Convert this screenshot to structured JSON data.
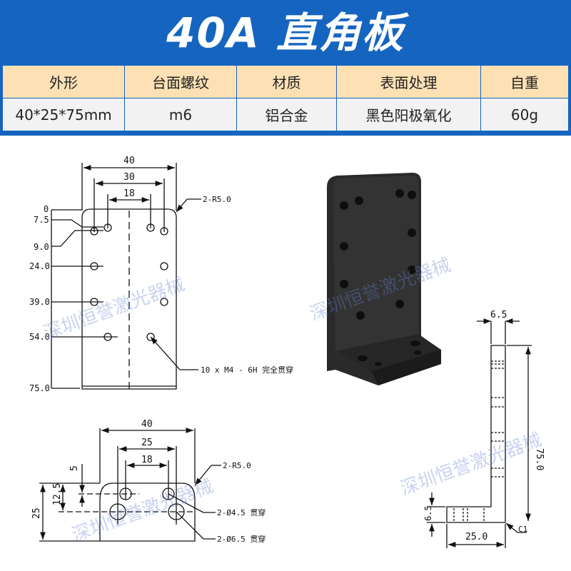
{
  "title": "40A 直角板",
  "spec_table": {
    "headers": [
      "外形",
      "台面螺纹",
      "材质",
      "表面处理",
      "自重"
    ],
    "values": [
      "40*25*75mm",
      "m6",
      "铝合金",
      "黑色阳极氧化",
      "60g"
    ]
  },
  "front_view": {
    "width_dims": [
      "40",
      "30",
      "18"
    ],
    "vertical_dims": [
      "0",
      "7.5",
      "9.0",
      "24.0",
      "39.0",
      "54.0",
      "75.0"
    ],
    "corner_note": "2-R5.0",
    "hole_note": "10 x  M4 - 6H 完全贯穿"
  },
  "bottom_view": {
    "width_dims": [
      "40",
      "25",
      "18"
    ],
    "vertical_dims": [
      "5",
      "12.5",
      "25"
    ],
    "corner_note": "2-R5.0",
    "hole_note_small": "2-Ø4.5 贯穿",
    "hole_note_large": "2-Ø6.5 贯穿"
  },
  "side_view": {
    "thickness_top": "6.5",
    "height": "75.0",
    "thickness_base": "6.5",
    "base_length": "25.0",
    "chamfer": "C1"
  },
  "watermark": "深圳恒誉激光器械"
}
